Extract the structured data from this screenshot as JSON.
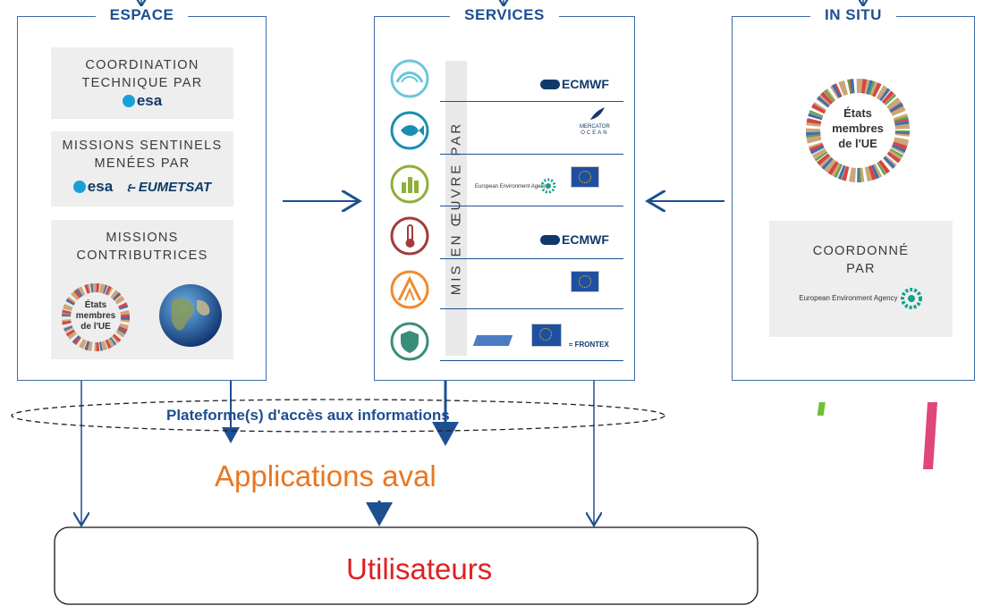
{
  "espace": {
    "title": "ESPACE",
    "coord_line1": "COORDINATION",
    "coord_line2": "TECHNIQUE PAR",
    "missions_line1": "MISSIONS SENTINELS",
    "missions_line2": "MENÉES PAR",
    "contrib_line1": "MISSIONS",
    "contrib_line2": "CONTRIBUTRICES",
    "esa": "esa",
    "eumetsat": "EUMETSAT",
    "etats_line1": "États",
    "etats_line2": "membres",
    "etats_line3": "de l'UE"
  },
  "services": {
    "title": "SERVICES",
    "vertical_label": "MIS EN ŒUVRE PAR",
    "ecmwf": "ECMWF",
    "mercator1": "MERCATOR",
    "mercator2": "OCEAN",
    "eea": "European Environment Agency",
    "frontex": "FRONTEX"
  },
  "insitu": {
    "title": "IN SITU",
    "etats_line1": "États",
    "etats_line2": "membres",
    "etats_line3": "de l'UE",
    "coord_line1": "COORDONNÉ",
    "coord_line2": "PAR",
    "eea": "European Environment Agency"
  },
  "platform_label": "Plateforme(s) d'accès aux informations",
  "applications_label": "Applications aval",
  "users_label": "Utilisateurs",
  "colors": {
    "blue": "#1d4f91",
    "orange": "#e87722",
    "red": "#e02020"
  }
}
